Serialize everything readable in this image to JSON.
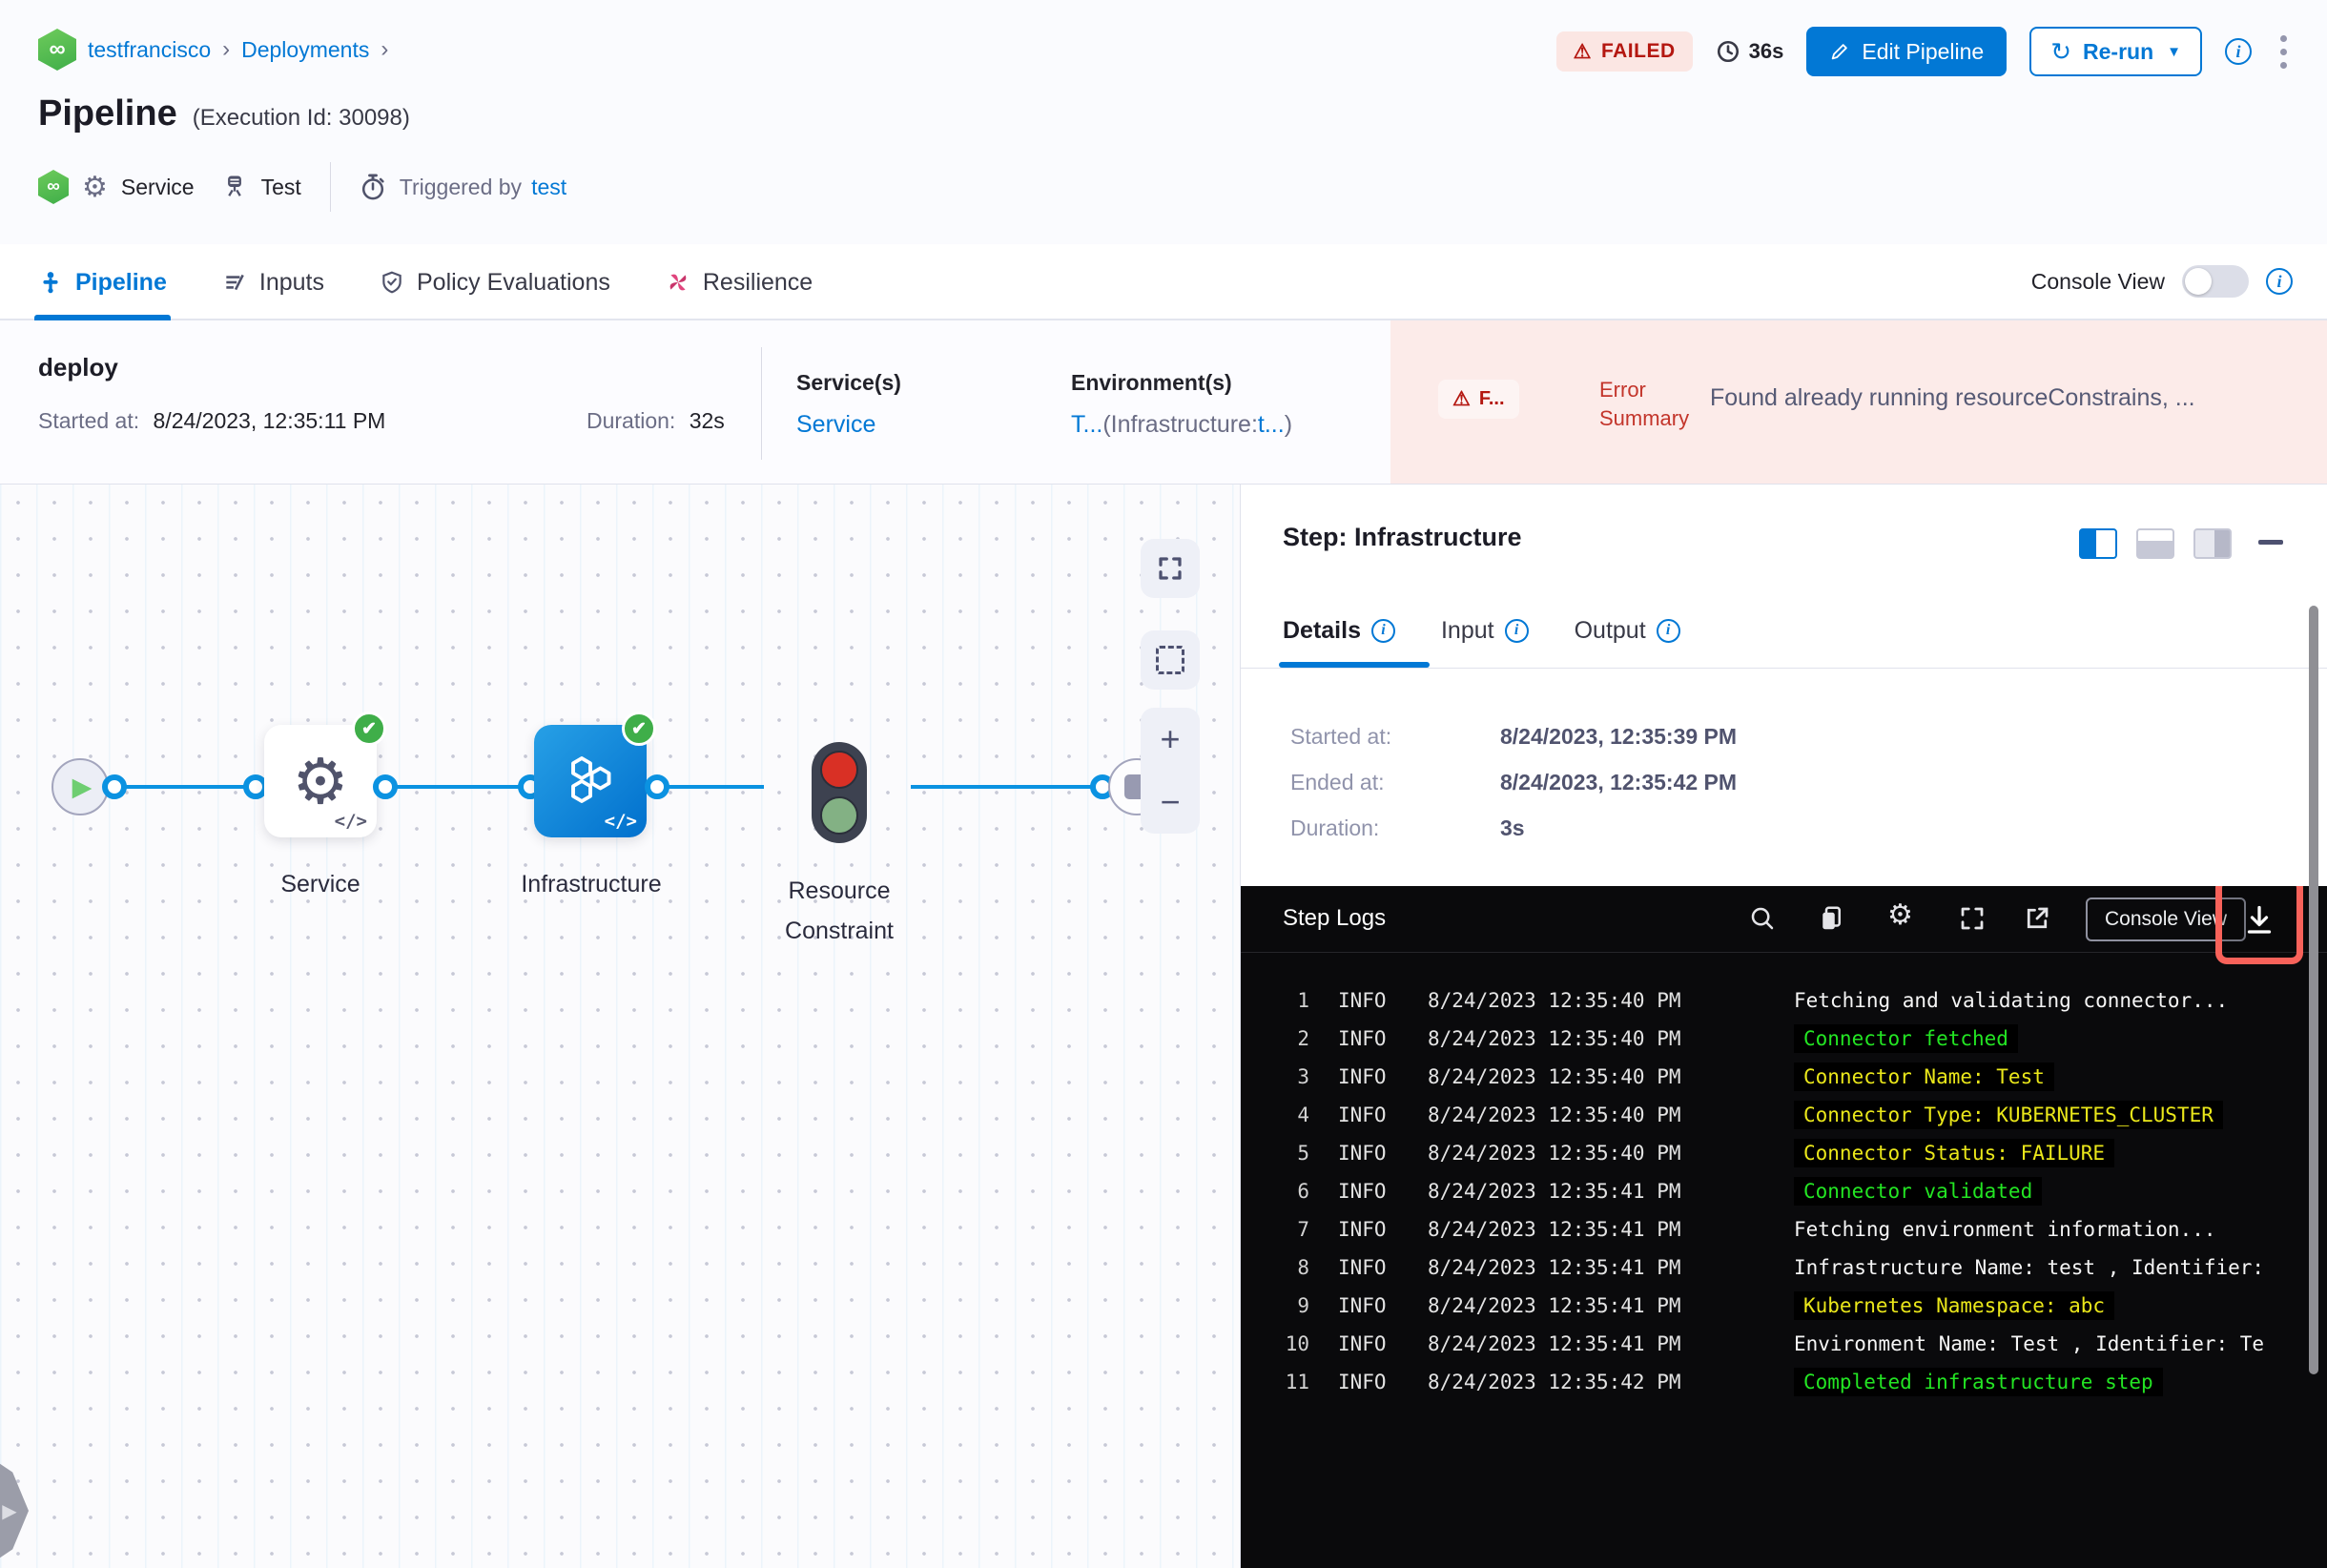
{
  "breadcrumb": {
    "project": "testfrancisco",
    "section": "Deployments",
    "separator": "›"
  },
  "header": {
    "status_badge": "FAILED",
    "elapsed": "36s",
    "edit_button": "Edit Pipeline",
    "rerun_button": "Re-run",
    "title": "Pipeline",
    "execution_id": "(Execution Id: 30098)",
    "service_label": "Service",
    "test_label": "Test",
    "triggered_by_label": "Triggered by",
    "triggered_by_value": "test"
  },
  "tabs": {
    "items": [
      {
        "label": "Pipeline",
        "active": true
      },
      {
        "label": "Inputs",
        "active": false
      },
      {
        "label": "Policy Evaluations",
        "active": false
      },
      {
        "label": "Resilience",
        "active": false
      }
    ],
    "console_view_label": "Console View"
  },
  "summary": {
    "stage_name": "deploy",
    "started_label": "Started at:",
    "started_value": "8/24/2023, 12:35:11 PM",
    "duration_label": "Duration:",
    "duration_value": "32s",
    "services_label": "Service(s)",
    "services_value": "Service",
    "environments_label": "Environment(s)",
    "env_link1": "T...",
    "env_mid": "(Infrastructure:",
    "env_link2": "t...",
    "env_close": ")",
    "error_badge": "F...",
    "error_label": "Error Summary",
    "error_message": "Found already running resourceConstrains, ..."
  },
  "graph": {
    "nodes": [
      {
        "label": "Service"
      },
      {
        "label": "Infrastructure"
      },
      {
        "label_line1": "Resource",
        "label_line2": "Constraint"
      }
    ]
  },
  "panel": {
    "title": "Step: Infrastructure",
    "tabs": [
      "Details",
      "Input",
      "Output"
    ],
    "details": [
      {
        "label": "Started at:",
        "value": "8/24/2023, 12:35:39 PM"
      },
      {
        "label": "Ended at:",
        "value": "8/24/2023, 12:35:42 PM"
      },
      {
        "label": "Duration:",
        "value": "3s"
      }
    ]
  },
  "logs": {
    "title": "Step Logs",
    "console_view_button": "Console View",
    "lines": [
      {
        "num": "1",
        "level": "INFO",
        "time": "8/24/2023 12:35:40 PM",
        "msg": "Fetching and validating connector...",
        "color": "white"
      },
      {
        "num": "2",
        "level": "INFO",
        "time": "8/24/2023 12:35:40 PM",
        "msg": "Connector fetched",
        "color": "green"
      },
      {
        "num": "3",
        "level": "INFO",
        "time": "8/24/2023 12:35:40 PM",
        "msg": "Connector Name: Test",
        "color": "yellow"
      },
      {
        "num": "4",
        "level": "INFO",
        "time": "8/24/2023 12:35:40 PM",
        "msg": "Connector Type: KUBERNETES_CLUSTER",
        "color": "yellow"
      },
      {
        "num": "5",
        "level": "INFO",
        "time": "8/24/2023 12:35:40 PM",
        "msg": "Connector Status: FAILURE",
        "color": "yellow"
      },
      {
        "num": "6",
        "level": "INFO",
        "time": "8/24/2023 12:35:41 PM",
        "msg": "Connector validated",
        "color": "green"
      },
      {
        "num": "7",
        "level": "INFO",
        "time": "8/24/2023 12:35:41 PM",
        "msg": "Fetching environment information...",
        "color": "white"
      },
      {
        "num": "8",
        "level": "INFO",
        "time": "8/24/2023 12:35:41 PM",
        "msg": "Infrastructure Name: test , Identifier:",
        "color": "white"
      },
      {
        "num": "9",
        "level": "INFO",
        "time": "8/24/2023 12:35:41 PM",
        "msg": "Kubernetes Namespace: abc",
        "color": "yellow"
      },
      {
        "num": "10",
        "level": "INFO",
        "time": "8/24/2023 12:35:41 PM",
        "msg": "Environment Name: Test , Identifier: Te",
        "color": "white"
      },
      {
        "num": "11",
        "level": "INFO",
        "time": "8/24/2023 12:35:42 PM",
        "msg": "Completed infrastructure step",
        "color": "green"
      }
    ]
  },
  "colors": {
    "accent": "#0278d5",
    "failed_red": "#b41710",
    "highlight_box": "#f8625a",
    "log_green": "#23e523",
    "log_yellow": "#eae71a"
  }
}
